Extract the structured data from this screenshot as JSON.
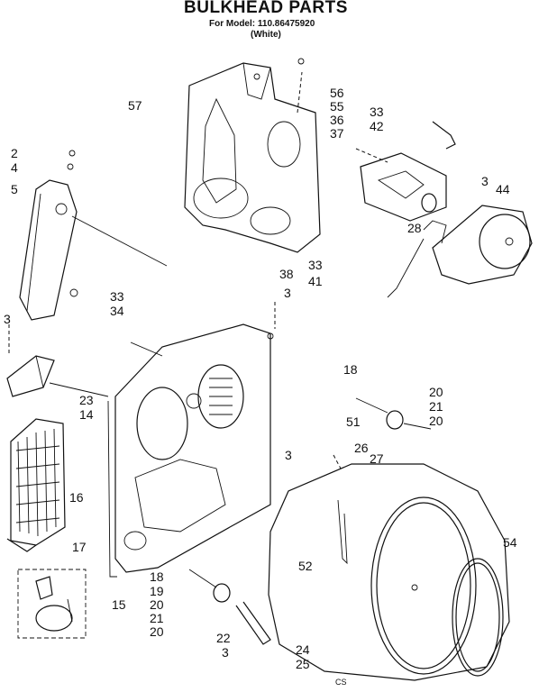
{
  "header": {
    "title": "BULKHEAD PARTS",
    "model": "For Model: 110.86475920",
    "color": "(White)"
  },
  "callouts": {
    "c57": "57",
    "c56": "56",
    "c55": "55",
    "c36": "36",
    "c37": "37",
    "c33a": "33",
    "c42": "42",
    "c3a": "3",
    "c44": "44",
    "c28": "28",
    "c2": "2",
    "c4": "4",
    "c5": "5",
    "c38": "38",
    "c33b": "33",
    "c41": "41",
    "c3b": "3",
    "c33c": "33",
    "c34": "34",
    "c3c": "3",
    "c18a": "18",
    "c20a": "20",
    "c21a": "21",
    "c20b": "20",
    "c51": "51",
    "c23": "23",
    "c14": "14",
    "c3d": "3",
    "c26": "26",
    "c27": "27",
    "c16": "16",
    "c17": "17",
    "c54": "54",
    "c52": "52",
    "c15": "15",
    "c18b": "18",
    "c19": "19",
    "c20c": "20",
    "c21b": "21",
    "c20d": "20",
    "c22": "22",
    "c3e": "3",
    "c24": "24",
    "c25": "25",
    "c_foot": "CS"
  }
}
